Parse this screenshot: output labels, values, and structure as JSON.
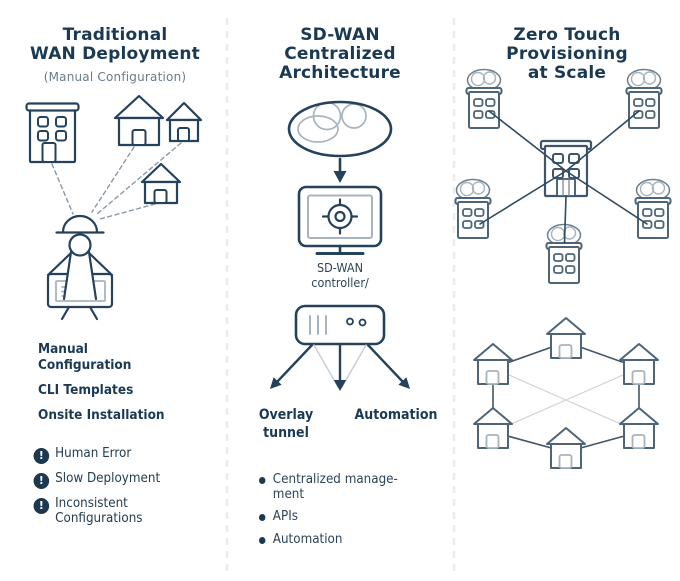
{
  "palette": {
    "background": "#ffffff",
    "title_navy": "#1a3a54",
    "body_text": "#2c4459",
    "subtitle_gray": "#6b7c8b",
    "stroke_dark": "#24425c",
    "stroke_slate": "#4d6577",
    "detail_gray": "#a8b4bd",
    "faint_gray": "#cfd5d9",
    "divider_gray": "#ececec"
  },
  "columns": {
    "traditional": {
      "title": [
        "Traditional",
        "WAN Deployment"
      ],
      "subtitle": "(Manual Configuration)",
      "features": [
        [
          "Manual",
          "Configuration"
        ],
        [
          "CLI Templates"
        ],
        [
          "Onsite Installation"
        ]
      ],
      "issues": [
        [
          "Human Error"
        ],
        [
          "Slow Deployment"
        ],
        [
          "Inconsistent",
          "Configurations"
        ]
      ],
      "issue_icon_glyph": "!",
      "icons": [
        "office-building-icon",
        "house-icon",
        "technician-laptop-icon",
        "warning-icon",
        "dashed-link-lines"
      ]
    },
    "sdwan": {
      "title": [
        "SD-WAN",
        "Centralized",
        "Architecture"
      ],
      "controller_label": [
        "SD-WAN",
        "controller/"
      ],
      "arrow_labels": {
        "left": [
          "Overlay",
          "tunnel"
        ],
        "right": [
          "Automation"
        ]
      },
      "bullets": [
        [
          "Centralized manage-",
          "ment"
        ],
        [
          "APIs"
        ],
        [
          "Automation"
        ]
      ],
      "icons": [
        "cloud-icon",
        "down-arrow-icon",
        "monitor-icon",
        "crosshair-icon",
        "server-icon",
        "distribution-arrows"
      ]
    },
    "zerotouch": {
      "title": [
        "Zero Touch",
        "Provisioning",
        "at Scale"
      ],
      "icons": [
        "hub-building-icon",
        "branch-building-icon",
        "cloud-icon",
        "spoke-lines",
        "mesh-house-icon",
        "mesh-ring-lines"
      ]
    }
  }
}
